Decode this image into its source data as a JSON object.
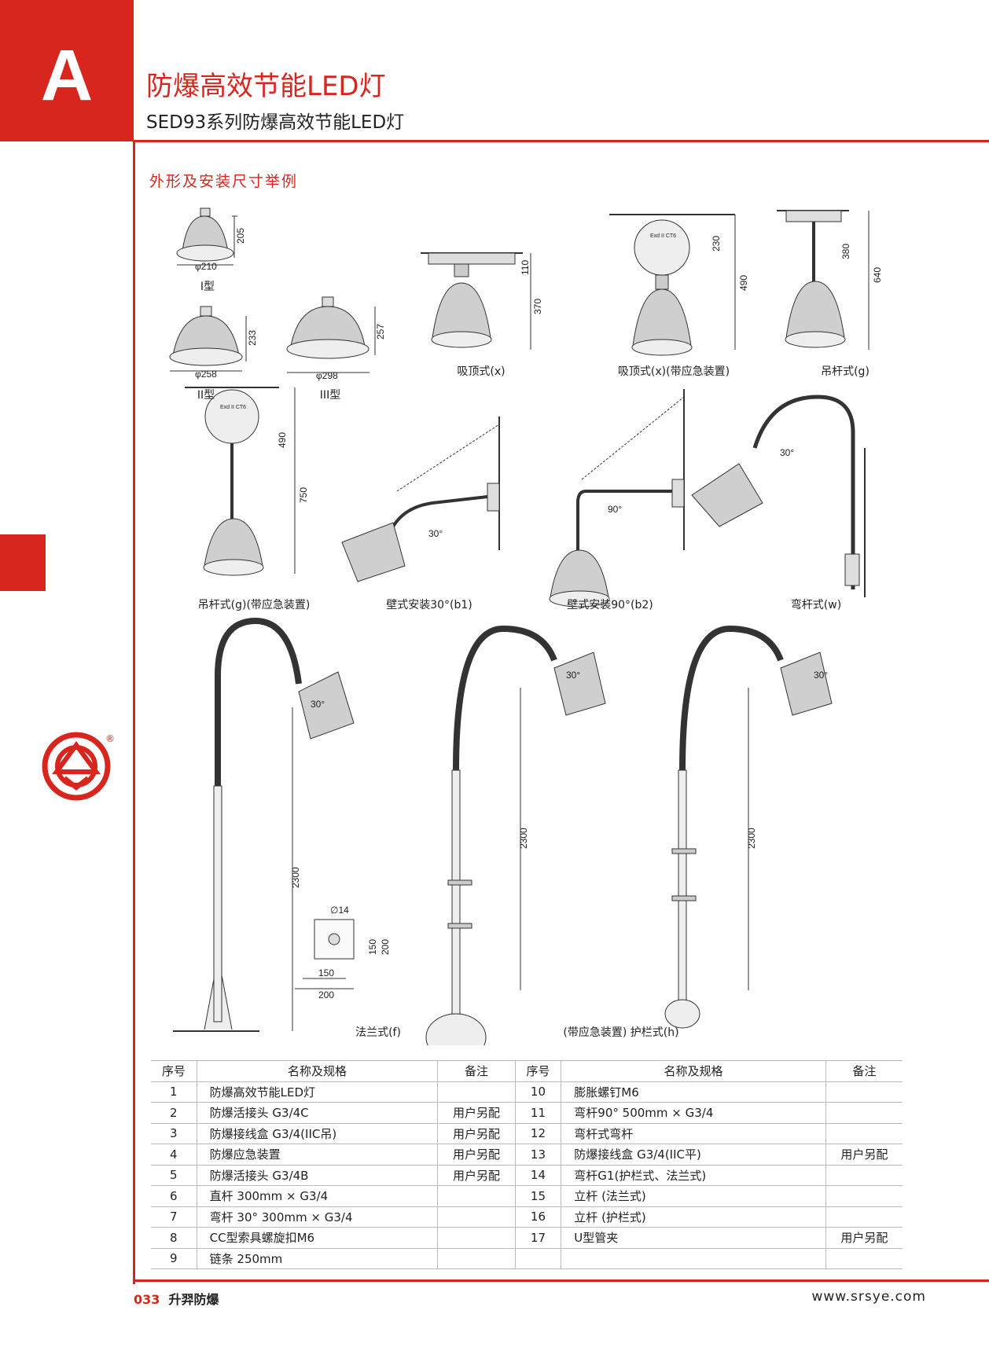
{
  "header": {
    "letter": "A",
    "title": "防爆高效节能LED灯",
    "subtitle": "SED93系列防爆高效节能LED灯"
  },
  "section_title": "外形及安装尺寸举例",
  "captions": {
    "type1": "I型",
    "type2": "II型",
    "type3": "III型",
    "ceiling": "吸顶式(x)",
    "ceiling_emergency": "吸顶式(x)(带应急装置)",
    "pendant": "吊杆式(g)",
    "pendant_emergency": "吊杆式(g)(带应急装置)",
    "wall30": "壁式安装30°(b1)",
    "wall90": "壁式安装90°(b2)",
    "bent": "弯杆式(w)",
    "flange": "法兰式(f)",
    "guardrail": "(带应急装置) 护栏式(h)"
  },
  "dimensions": {
    "d210": "φ210",
    "h205": "205",
    "d258": "φ258",
    "h233": "233",
    "d298": "φ298",
    "h257": "257",
    "d110": "110",
    "d370": "370",
    "d230": "230",
    "d490": "490",
    "d380": "380",
    "d640": "640",
    "d490b": "490",
    "d750": "750",
    "ang30": "30°",
    "ang90": "90°",
    "d2300": "2300",
    "d14": "∅14",
    "d150": "150",
    "d200": "200"
  },
  "device_label": "Exd II CT6",
  "table": {
    "headers": [
      "序号",
      "名称及规格",
      "备注",
      "序号",
      "名称及规格",
      "备注"
    ],
    "rows": [
      [
        "1",
        "防爆高效节能LED灯",
        "",
        "10",
        "膨胀螺钉M6",
        ""
      ],
      [
        "2",
        "防爆活接头 G3/4C",
        "用户另配",
        "11",
        "弯杆90° 500mm × G3/4",
        ""
      ],
      [
        "3",
        "防爆接线盒 G3/4(IIC吊)",
        "用户另配",
        "12",
        "弯杆式弯杆",
        ""
      ],
      [
        "4",
        "防爆应急装置",
        "用户另配",
        "13",
        "防爆接线盒 G3/4(IIC平)",
        "用户另配"
      ],
      [
        "5",
        "防爆活接头 G3/4B",
        "用户另配",
        "14",
        "弯杆G1(护栏式、法兰式)",
        ""
      ],
      [
        "6",
        "直杆 300mm × G3/4",
        "",
        "15",
        "立杆 (法兰式)",
        ""
      ],
      [
        "7",
        "弯杆 30° 300mm × G3/4",
        "",
        "16",
        "立杆 (护栏式)",
        ""
      ],
      [
        "8",
        "CC型索具螺旋扣M6",
        "",
        "17",
        "U型管夹",
        "用户另配"
      ],
      [
        "9",
        "链条 250mm",
        "",
        "",
        "",
        ""
      ]
    ]
  },
  "footer": {
    "page": "033",
    "brand": "升羿防爆",
    "url": "www.srsye.com"
  },
  "colors": {
    "accent": "#d8261f"
  }
}
